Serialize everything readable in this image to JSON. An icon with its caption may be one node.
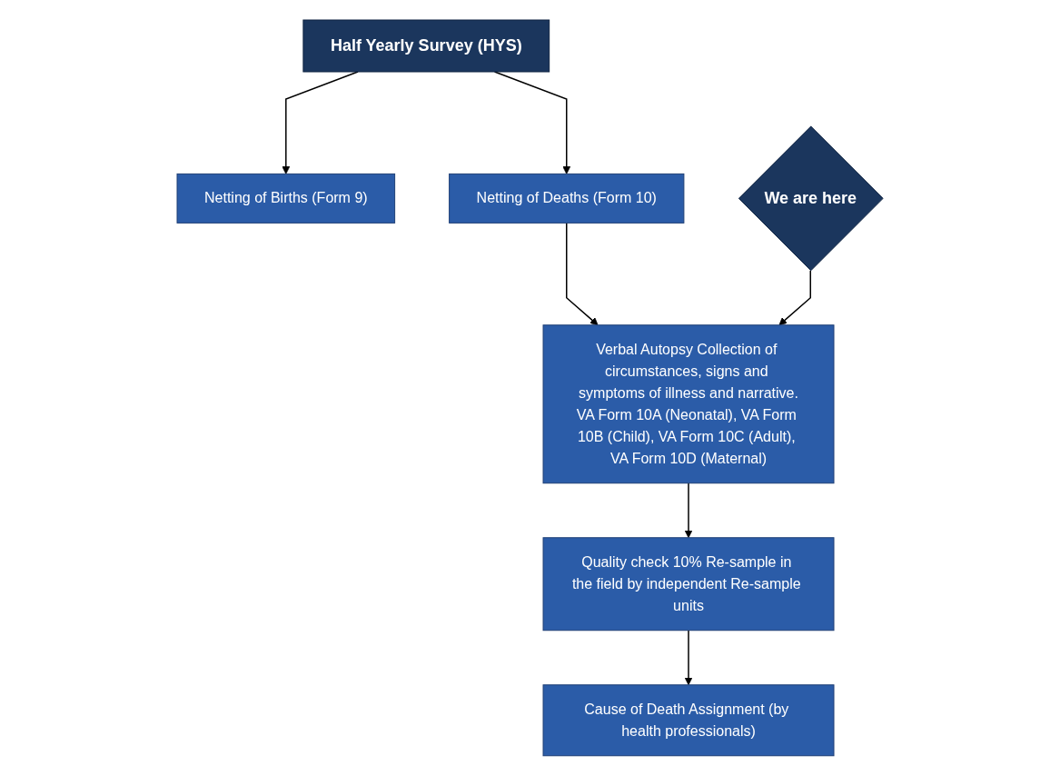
{
  "diagram": {
    "nodes": [
      {
        "text": [
          "Half Yearly Survey (HYS)"
        ]
      },
      {
        "text": [
          "Netting of Births (Form 9)"
        ]
      },
      {
        "text": [
          "Netting of Deaths (Form 10)"
        ]
      },
      {
        "text": [
          "Verbal Autopsy Collection of circumstances, signs and symptoms of illness and narrative.",
          "VA Form 10A (Neonatal), VA Form 10B (Child), VA Form 10C (Adult), VA Form 10D (Maternal)"
        ]
      },
      {
        "text": [
          "We are here"
        ]
      },
      {
        "text": [
          "Quality check 10% Re-sample in the field by independent Re-sample units"
        ]
      },
      {
        "text": [
          "Cause of Death Assignment (by health professionals)"
        ]
      }
    ],
    "edges": [
      {
        "from": 0,
        "to": 1,
        "arrow": "to"
      },
      {
        "from": 0,
        "to": 2,
        "arrow": "to"
      },
      {
        "from": 2,
        "to": 3,
        "arrow": "to"
      },
      {
        "from": 4,
        "to": 3,
        "arrow": "to"
      },
      {
        "from": 3,
        "to": 5,
        "arrow": "to"
      },
      {
        "from": 5,
        "to": 6,
        "arrow": "to"
      }
    ]
  }
}
